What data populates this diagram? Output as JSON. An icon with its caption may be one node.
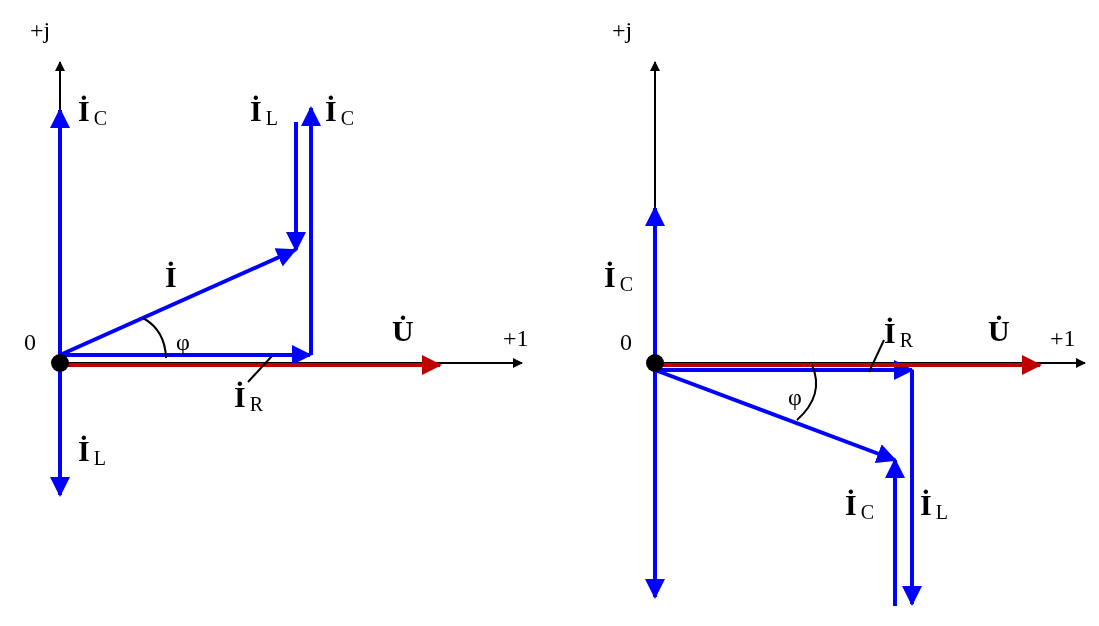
{
  "diagram": {
    "nodes": [
      {
        "text": [
          "**İ**$_{R}$"
        ]
      },
      {
        "text": [
          "**İ**$_{R}$"
        ]
      }
    ],
    "edges": [
      {
        "from": 0,
        "to": null,
        "arrow": "none"
      },
      {
        "from": 1,
        "to": null,
        "arrow": "none"
      }
    ],
    "labels": [
      "+j",
      "**İ**$_{C}$",
      "**İ**$_{L}$",
      "**İ**$_{C}$",
      "**İ**",
      "0",
      "φ",
      "**U̇**",
      "+1",
      "**İ**$_{L}$",
      "+j",
      "**İ**$_{C}$",
      "0",
      "**U̇**",
      "+1",
      "φ",
      "**İ**$_{C}$",
      "**İ**$_{L}$"
    ]
  }
}
